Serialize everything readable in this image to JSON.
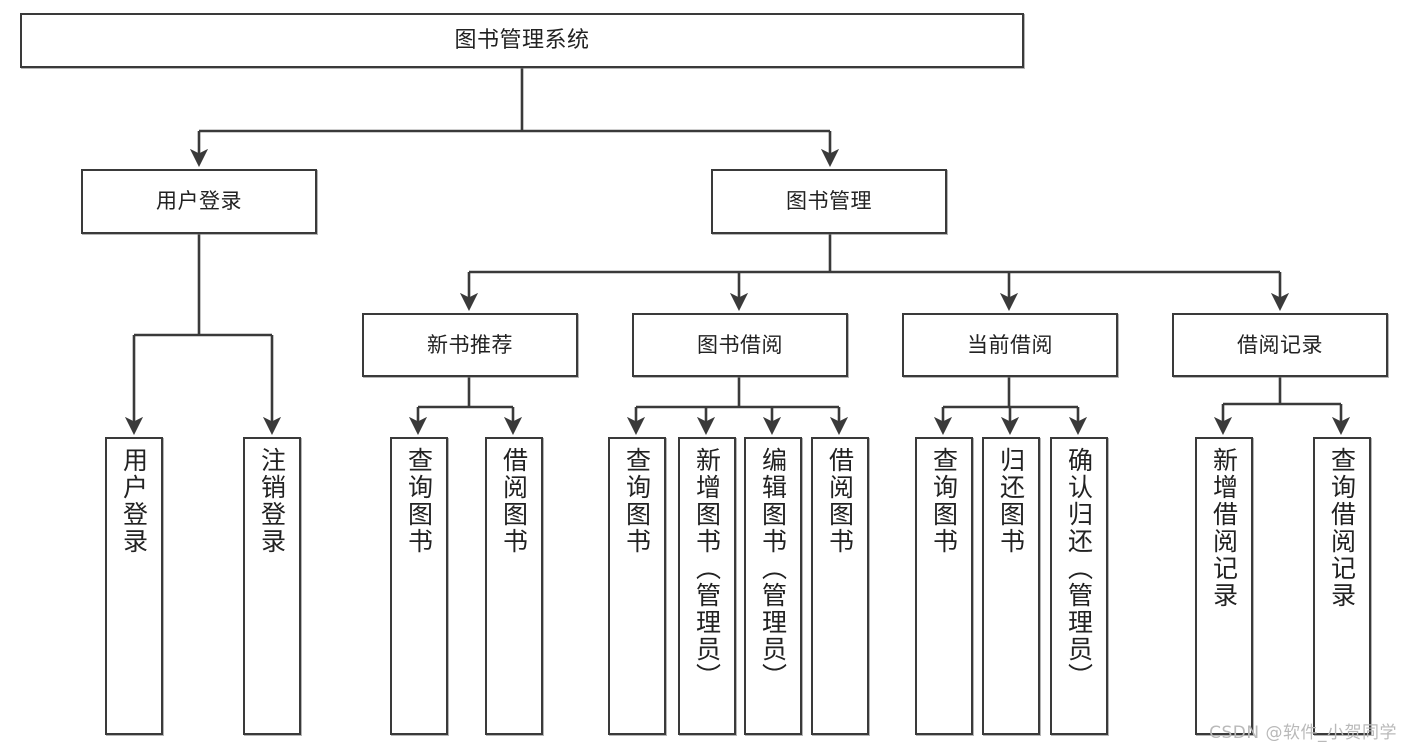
{
  "diagram": {
    "title": "图书管理系统",
    "type": "tree",
    "watermark": "CSDN @软件_小贺同学",
    "colors": {
      "box_border": "#3a3a3a",
      "box_fill": "#ffffff",
      "edge": "#3a3a3a",
      "text": "#222222",
      "watermark": "#b9b9b9"
    },
    "nodes": {
      "root": {
        "label": "图书管理系统"
      },
      "level2": [
        {
          "id": "user-login",
          "label": "用户登录"
        },
        {
          "id": "book-manage",
          "label": "图书管理"
        }
      ],
      "level3": [
        {
          "id": "new-book-recommend",
          "label": "新书推荐"
        },
        {
          "id": "book-borrow",
          "label": "图书借阅"
        },
        {
          "id": "current-borrow",
          "label": "当前借阅"
        },
        {
          "id": "borrow-record",
          "label": "借阅记录"
        }
      ],
      "leaves": [
        {
          "id": "leaf-user-login",
          "label": "用户登录",
          "parent": "user-login"
        },
        {
          "id": "leaf-logout",
          "label": "注销登录",
          "parent": "user-login"
        },
        {
          "id": "leaf-query-book-1",
          "label": "查询图书",
          "parent": "new-book-recommend"
        },
        {
          "id": "leaf-borrow-book-1",
          "label": "借阅图书",
          "parent": "new-book-recommend"
        },
        {
          "id": "leaf-query-book-2",
          "label": "查询图书",
          "parent": "book-borrow"
        },
        {
          "id": "leaf-add-book",
          "label": "新增图书（管理员）",
          "parent": "book-borrow"
        },
        {
          "id": "leaf-edit-book",
          "label": "编辑图书（管理员）",
          "parent": "book-borrow"
        },
        {
          "id": "leaf-borrow-book-2",
          "label": "借阅图书",
          "parent": "book-borrow"
        },
        {
          "id": "leaf-query-book-3",
          "label": "查询图书",
          "parent": "current-borrow"
        },
        {
          "id": "leaf-return-book",
          "label": "归还图书",
          "parent": "current-borrow"
        },
        {
          "id": "leaf-confirm-return",
          "label": "确认归还（管理员）",
          "parent": "current-borrow"
        },
        {
          "id": "leaf-add-record",
          "label": "新增借阅记录",
          "parent": "borrow-record"
        },
        {
          "id": "leaf-query-record",
          "label": "查询借阅记录",
          "parent": "borrow-record"
        }
      ]
    }
  }
}
